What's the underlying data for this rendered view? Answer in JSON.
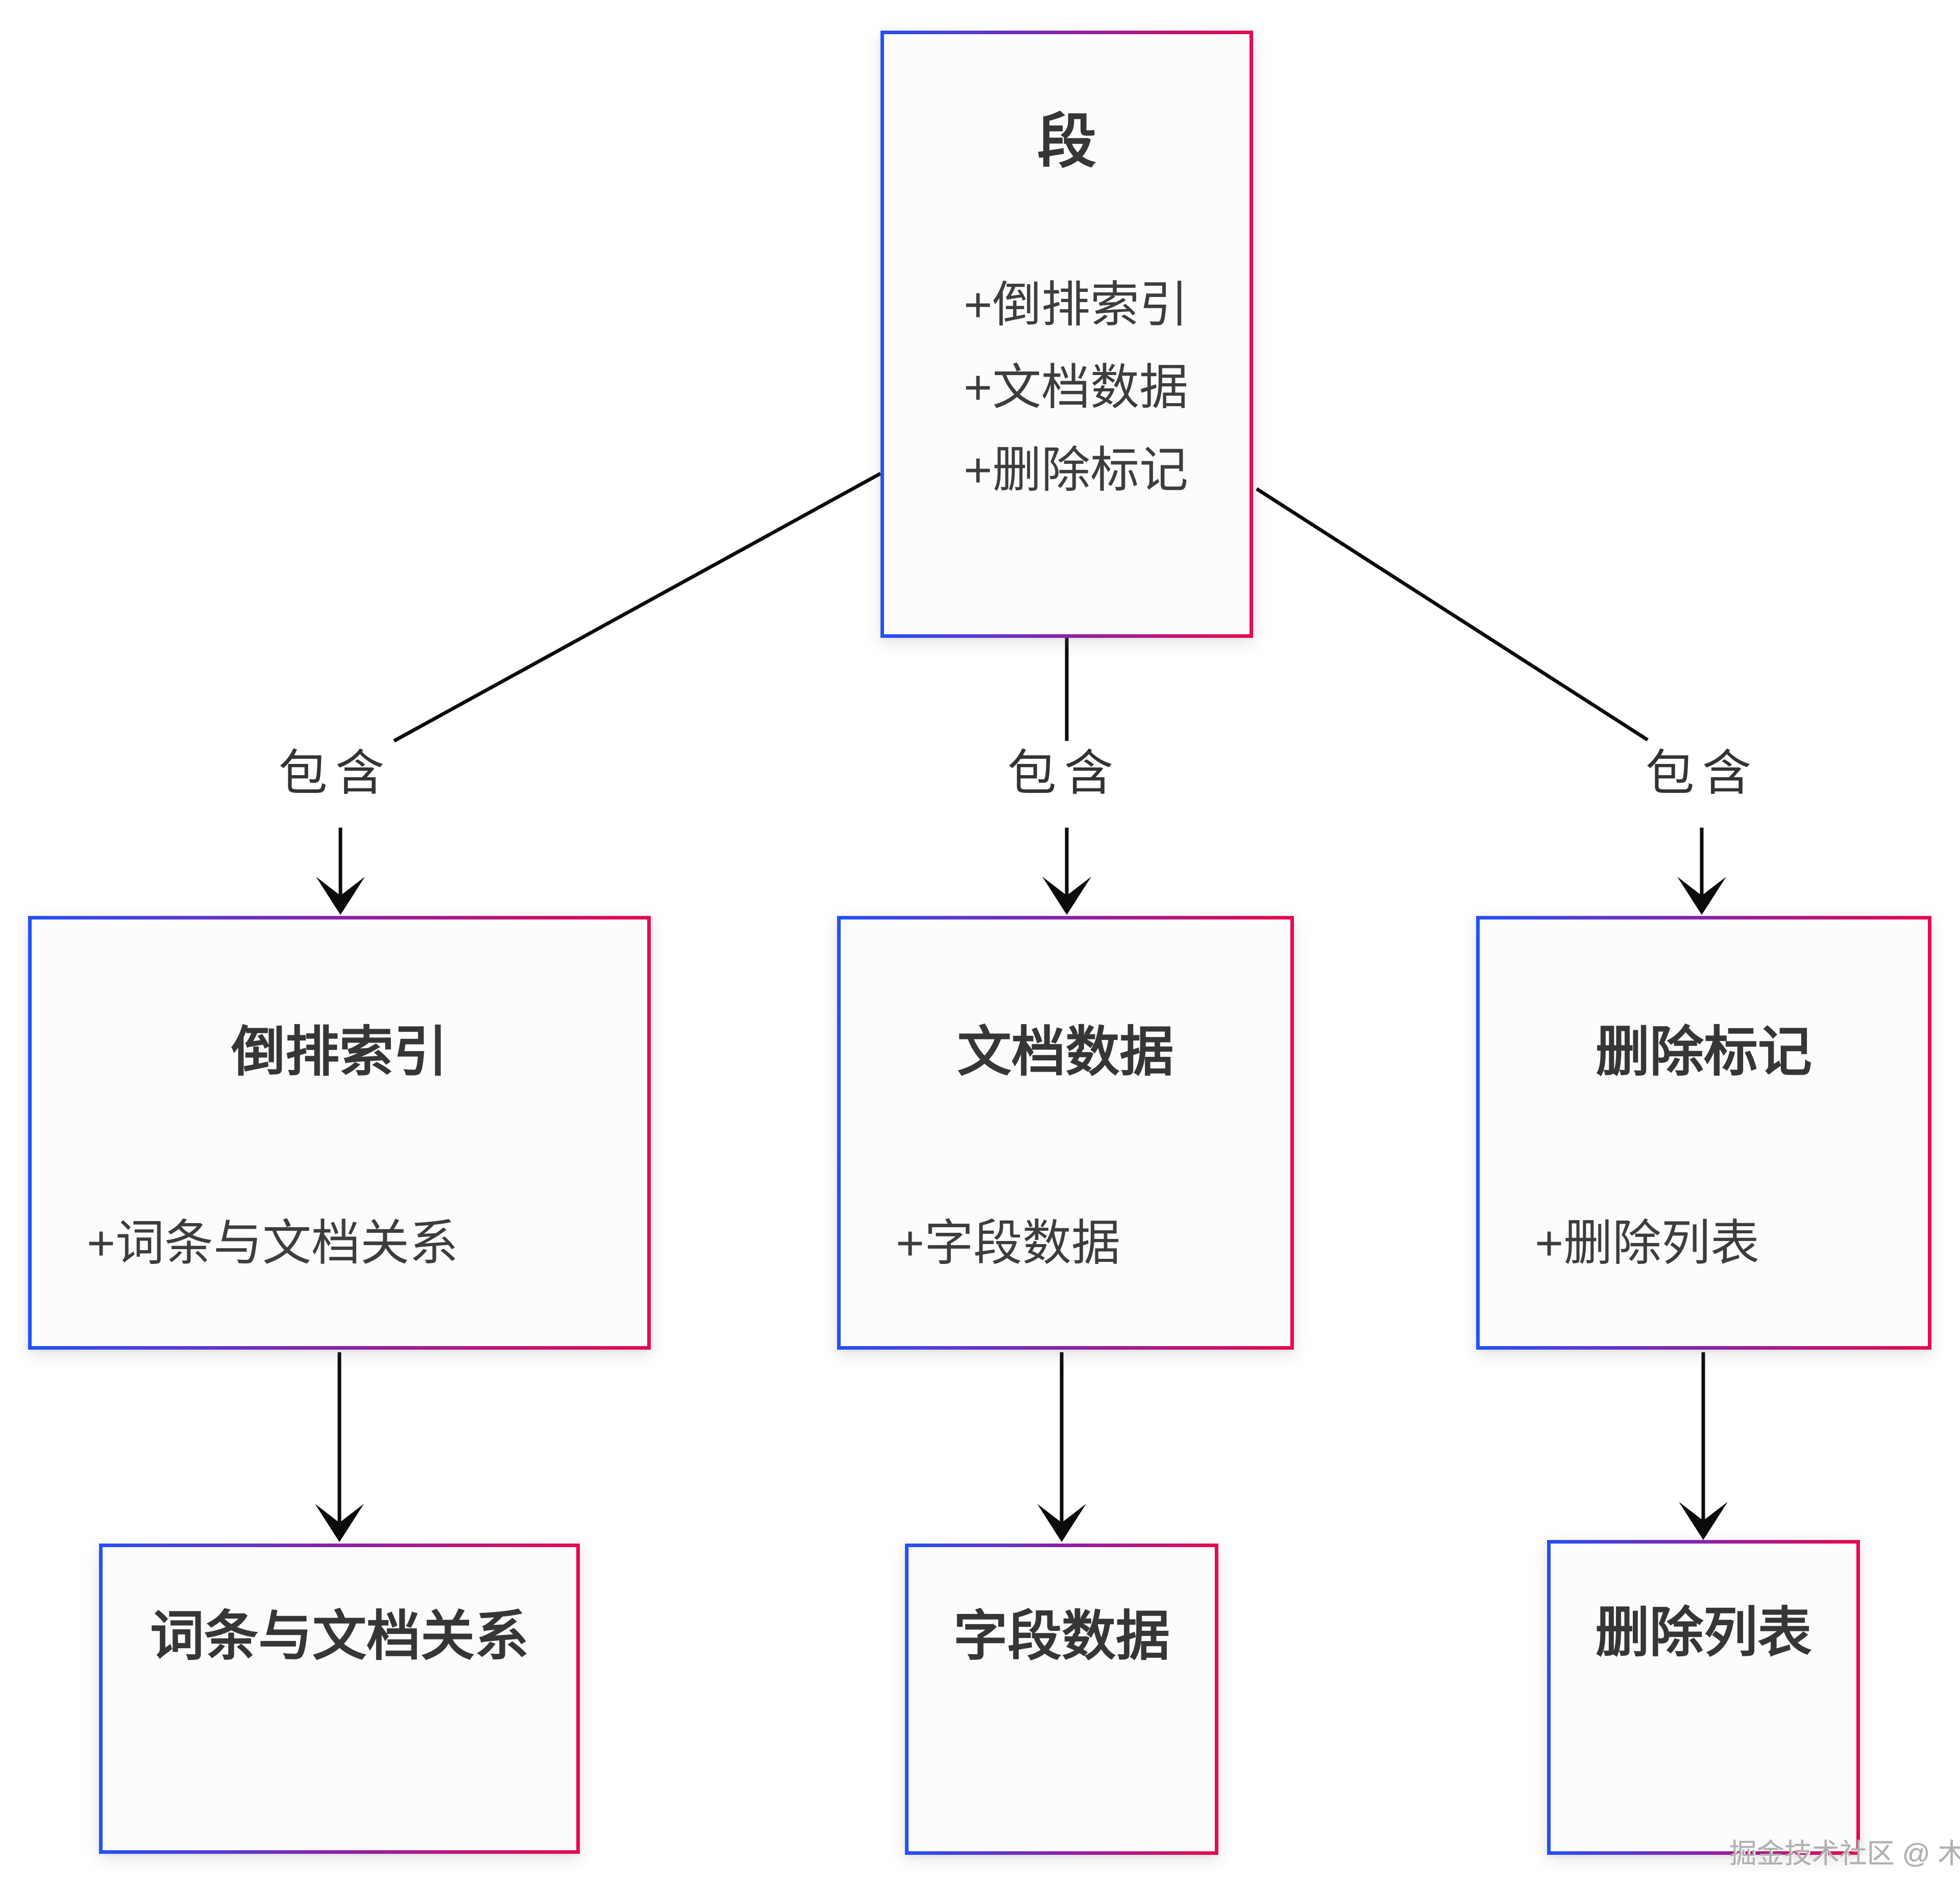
{
  "diagram": {
    "nodes": [
      {
        "id": "segment",
        "title": "段",
        "attributes": [
          "+倒排索引",
          "+文档数据",
          "+删除标记"
        ]
      },
      {
        "id": "inverted-index",
        "title": "倒排索引",
        "attributes": [
          "+词条与文档关系"
        ]
      },
      {
        "id": "doc-data",
        "title": "文档数据",
        "attributes": [
          "+字段数据"
        ]
      },
      {
        "id": "delete-mark",
        "title": "删除标记",
        "attributes": [
          "+删除列表"
        ]
      },
      {
        "id": "term-doc-relation",
        "title": "词条与文档关系",
        "attributes": []
      },
      {
        "id": "field-data",
        "title": "字段数据",
        "attributes": []
      },
      {
        "id": "delete-list",
        "title": "删除列表",
        "attributes": []
      }
    ],
    "edges": [
      {
        "from": "segment",
        "to": "inverted-index",
        "label": "包含"
      },
      {
        "from": "segment",
        "to": "doc-data",
        "label": "包含"
      },
      {
        "from": "segment",
        "to": "delete-mark",
        "label": "包含"
      },
      {
        "from": "inverted-index",
        "to": "term-doc-relation",
        "label": ""
      },
      {
        "from": "doc-data",
        "to": "field-data",
        "label": ""
      },
      {
        "from": "delete-mark",
        "to": "delete-list",
        "label": ""
      }
    ]
  },
  "watermark": "掘金技术社区 @ 木木一直在哭泣",
  "colors": {
    "gradient_start": "#2451f5",
    "gradient_mid": "#8b22a8",
    "gradient_end": "#e60a4e",
    "line": "#0b0b0b",
    "text": "#363636",
    "box_bg": "#fcfcfc",
    "watermark": "#b0b0b0"
  }
}
